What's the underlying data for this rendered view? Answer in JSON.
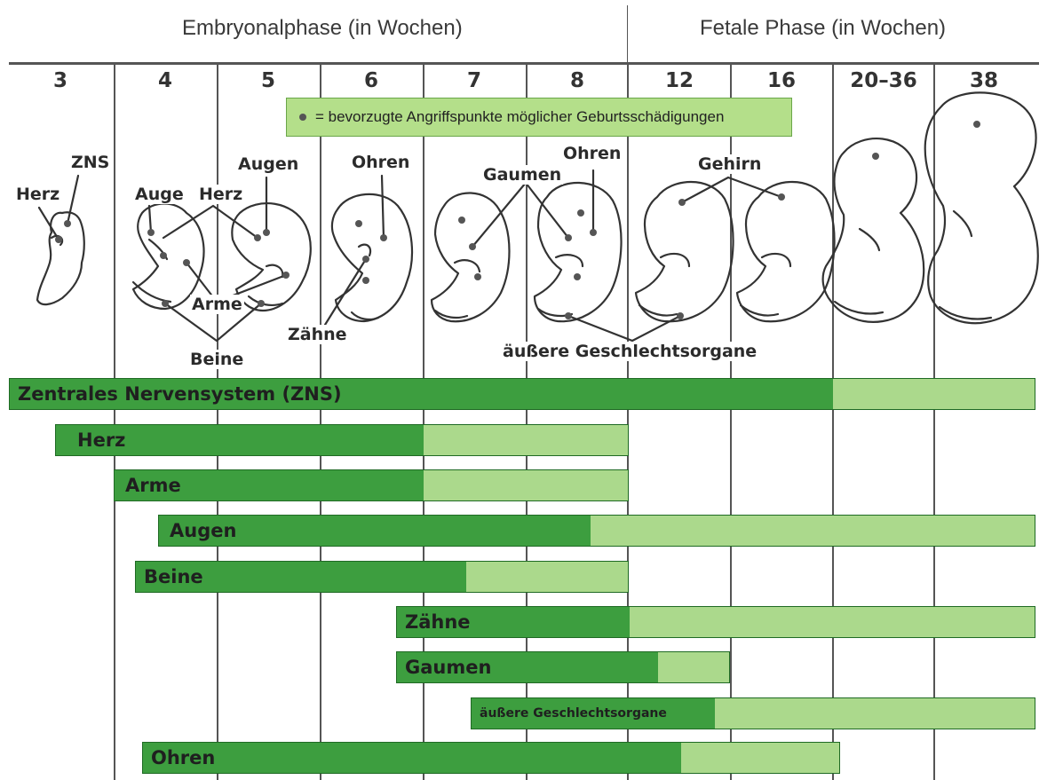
{
  "header": {
    "embryonal_title": "Embryonalphase (in Wochen)",
    "fetal_title": "Fetale Phase (in Wochen)"
  },
  "weeks": [
    "3",
    "4",
    "5",
    "6",
    "7",
    "8",
    "12",
    "16",
    "20–36",
    "38"
  ],
  "legend": {
    "text": "= bevorzugte Angriffspunkte möglicher Geburtsschädigungen"
  },
  "labels": {
    "zns": "ZNS",
    "herz_3": "Herz",
    "auge": "Auge",
    "herz_4": "Herz",
    "augen": "Augen",
    "arme": "Arme",
    "beine": "Beine",
    "ohren_6": "Ohren",
    "zaehne": "Zähne",
    "gaumen": "Gaumen",
    "ohren_8": "Ohren",
    "gehirn": "Gehirn",
    "geschlechtsorgane": "äußere Geschlechtsorgane"
  },
  "bars": [
    {
      "label": "Zentrales Nervensystem (ZNS)",
      "critical_weeks": "3–20–36",
      "less_sensitive_until": "38"
    },
    {
      "label": "Herz",
      "critical_weeks": "3–7",
      "less_sensitive_until": "8"
    },
    {
      "label": "Arme",
      "critical_weeks": "4–7",
      "less_sensitive_until": "8"
    },
    {
      "label": "Augen",
      "critical_weeks": "4–8",
      "less_sensitive_until": "38"
    },
    {
      "label": "Beine",
      "critical_weeks": "4–7",
      "less_sensitive_until": "8"
    },
    {
      "label": "Zähne",
      "critical_weeks": "7–8",
      "less_sensitive_until": "38"
    },
    {
      "label": "Gaumen",
      "critical_weeks": "7–12",
      "less_sensitive_until": "16"
    },
    {
      "label": "äußere Geschlechtsorgane",
      "critical_weeks": "7–12",
      "less_sensitive_until": "38"
    },
    {
      "label": "Ohren",
      "critical_weeks": "4–12",
      "less_sensitive_until": "20–36"
    }
  ],
  "colors": {
    "critical": "#3d9e3f",
    "less_sensitive": "#abd98c",
    "legend_bg": "#b4df8a"
  }
}
